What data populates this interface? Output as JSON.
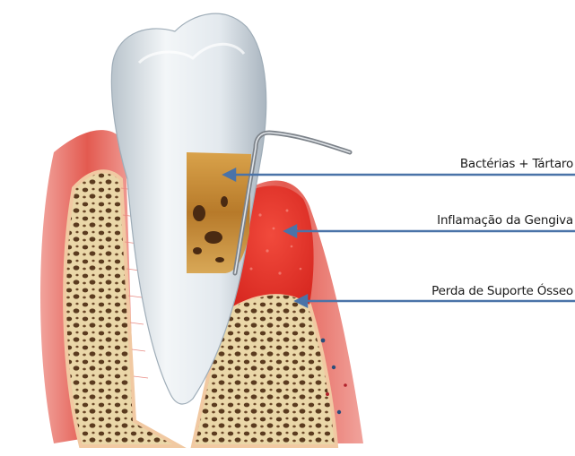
{
  "labels": {
    "bacteria": "Bactérias + Tártaro",
    "inflammation": "Inflamação da Gengiva",
    "bone_loss": "Perda de Suporte Ósseo"
  },
  "colors": {
    "gum": "#e0524a",
    "gum_light": "#f2a6a0",
    "inflamed_gum": "#e8322a",
    "bone": "#e8d2a0",
    "bone_pore": "#5a3a1e",
    "tooth": "#e9eef2",
    "tartar": "#b9812c",
    "pointer_line": "#4a73a8",
    "probe": "#8a8f96"
  }
}
